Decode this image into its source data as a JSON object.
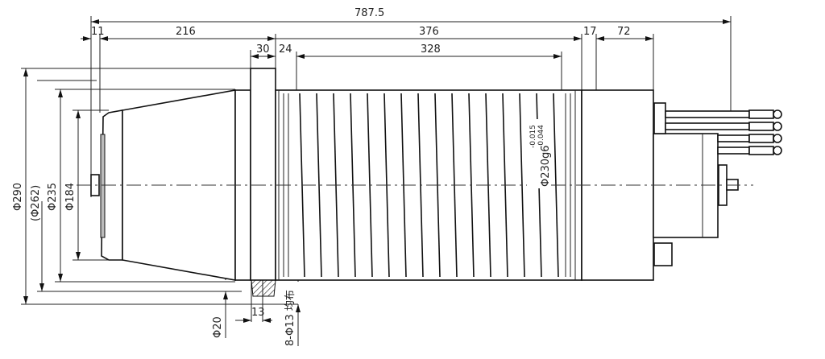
{
  "title": "Spindle motor outline drawing",
  "dimensions": {
    "overall_length": "787.5",
    "front_gap": "11",
    "nose_length": "216",
    "body_length": "376",
    "rear_gap": "17",
    "rear_length": "72",
    "flange_thickness": "30",
    "flange_to_groove": "24",
    "groove_length": "328",
    "dia_290": "Φ290",
    "dia_262": "(Φ262)",
    "dia_235": "Φ235",
    "dia_184": "Φ184",
    "dia_20": "Φ20",
    "hole_width": "13",
    "bolt_holes": "8-Φ13 均布",
    "body_fit": "Φ230g6",
    "body_fit_upper": "-0.015",
    "body_fit_lower": "-0.044"
  }
}
